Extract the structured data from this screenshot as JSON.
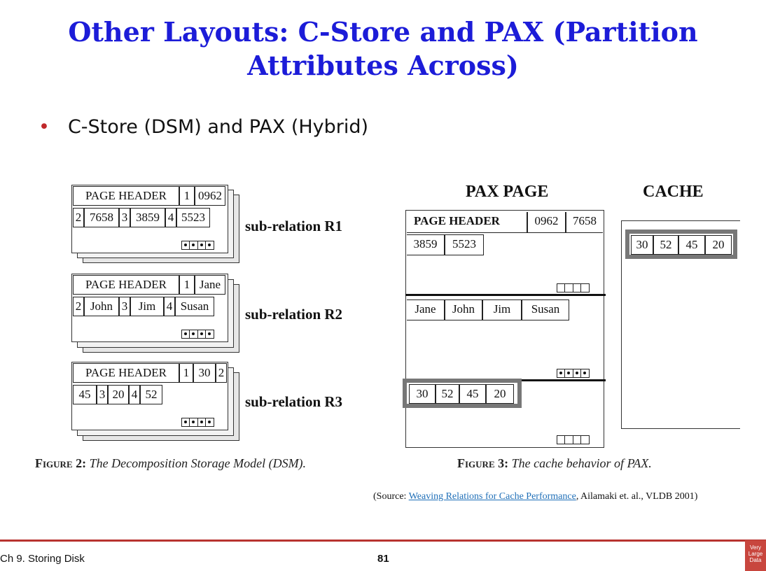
{
  "slide": {
    "title_line1": "Other Layouts: C-Store and PAX (Partition",
    "title_line2": "Attributes Across)",
    "bullet": "C-Store (DSM) and PAX (Hybrid)"
  },
  "dsm": {
    "r1": {
      "header": "PAGE HEADER",
      "hcells": [
        "1",
        "0962"
      ],
      "row": [
        "2",
        "7658",
        "3",
        "3859",
        "4",
        "5523"
      ],
      "label": "sub-relation R1"
    },
    "r2": {
      "header": "PAGE HEADER",
      "hcells": [
        "1",
        "Jane"
      ],
      "row": [
        "2",
        "John",
        "3",
        "Jim",
        "4",
        "Susan"
      ],
      "label": "sub-relation R2"
    },
    "r3": {
      "header": "PAGE HEADER",
      "hcells": [
        "1",
        "30",
        "2"
      ],
      "row": [
        "45",
        "3",
        "20",
        "4",
        "52"
      ],
      "label": "sub-relation R3"
    },
    "caption_prefix": "Figure 2:",
    "caption_text": "The Decomposition Storage Model (DSM)."
  },
  "pax": {
    "heading": "PAX PAGE",
    "header": "PAGE HEADER",
    "hcells": [
      "0962",
      "7658"
    ],
    "row1": [
      "3859",
      "5523"
    ],
    "row2": [
      "Jane",
      "John",
      "Jim",
      "Susan"
    ],
    "row3": [
      "30",
      "52",
      "45",
      "20"
    ],
    "caption_prefix": "Figure 3:",
    "caption_text": "The cache behavior of PAX."
  },
  "cache": {
    "heading": "CACHE",
    "values": [
      "30",
      "52",
      "45",
      "20"
    ]
  },
  "source": {
    "open": "(Source: ",
    "link": "Weaving Relations for Cache Performance",
    "rest": ", Ailamaki et. al., VLDB 2001)"
  },
  "footer": {
    "left": "Ch 9. Storing Disk",
    "page": "81",
    "logo": [
      "Very",
      "Large",
      "Data"
    ]
  }
}
